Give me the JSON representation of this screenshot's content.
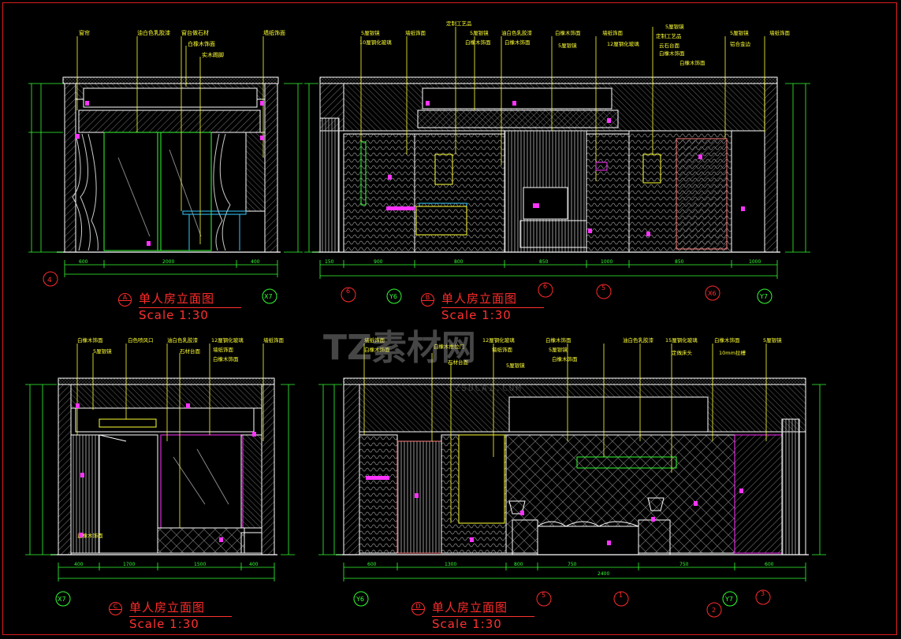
{
  "colors": {
    "background": "#000000",
    "frame": "#d81d1d",
    "wall_outline": "#ffffff",
    "dimension": "#33ff33",
    "leader_annotation": "#ffff33",
    "callout": "#ff33ff",
    "title": "#ff2b2b",
    "hatch": "#8c8c8c"
  },
  "watermark": {
    "text": "TZ素材网",
    "sub": "TZSUCAI.COM"
  },
  "views": [
    {
      "id": "A",
      "title": "单人房立面图",
      "scale": "Scale 1:30",
      "badge_letter": "A",
      "annotations": [
        "窗帘",
        "油白色乳胶漆",
        "窗台做石材",
        "白橡木饰面",
        "实木踢脚",
        "墙纸饰面"
      ],
      "dims_bottom": [
        "600",
        "2000",
        "400"
      ],
      "grid_markers": [
        "4",
        "X7"
      ]
    },
    {
      "id": "B",
      "title": "单人房立面图",
      "scale": "Scale 1:30",
      "badge_letter": "B",
      "annotations": [
        "5厘银镜",
        "10厘钢化玻璃",
        "墙纸饰面",
        "定制工艺品",
        "5厘银镜",
        "白橡木饰面",
        "油白色乳胶漆",
        "白橡木饰面",
        "白橡木饰面",
        "5厘银镜",
        "墙纸饰面",
        "12厘钢化玻璃",
        "5厘银镜",
        "定制工艺品",
        "云石台面",
        "白橡木饰面",
        "白橡木饰面",
        "5厘银镜",
        "铝合金边",
        "墙纸饰面"
      ],
      "dims_bottom": [
        "150",
        "900",
        "800",
        "850",
        "1000",
        "850",
        "1000"
      ],
      "grid_markers": [
        "6",
        "Y6",
        "6",
        "5",
        "X6",
        "Y7"
      ]
    },
    {
      "id": "C",
      "title": "单人房立面图",
      "scale": "Scale 1:30",
      "badge_letter": "C",
      "annotations": [
        "白橡木饰面",
        "5厘银镜",
        "白色喷风口",
        "油白色乳胶漆",
        "石材台面",
        "12厘钢化玻璃",
        "墙纸饰面",
        "墙纸饰面",
        "白橡木饰面",
        "白橡木饰面"
      ],
      "dims_bottom": [
        "400",
        "1700",
        "1500",
        "400"
      ],
      "grid_markers": [
        "X7"
      ]
    },
    {
      "id": "D",
      "title": "单人房立面图",
      "scale": "Scale 1:30",
      "badge_letter": "D",
      "annotations": [
        "墙纸饰面",
        "白橡木饰面",
        "白橡木推拉门",
        "石材台面",
        "墙纸饰面",
        "12厘钢化玻璃",
        "5厘银镜",
        "白橡木饰面",
        "5厘银镜",
        "白橡木饰面",
        "油白色乳胶漆",
        "15厘钢化玻璃",
        "定做床头",
        "白橡木饰面",
        "10mm拉槽",
        "5厘银镜"
      ],
      "dims_bottom": [
        "600",
        "1300",
        "800",
        "750",
        "2400",
        "750",
        "600"
      ],
      "grid_markers": [
        "Y6",
        "5",
        "1",
        "2",
        "Y7",
        "3"
      ]
    }
  ]
}
